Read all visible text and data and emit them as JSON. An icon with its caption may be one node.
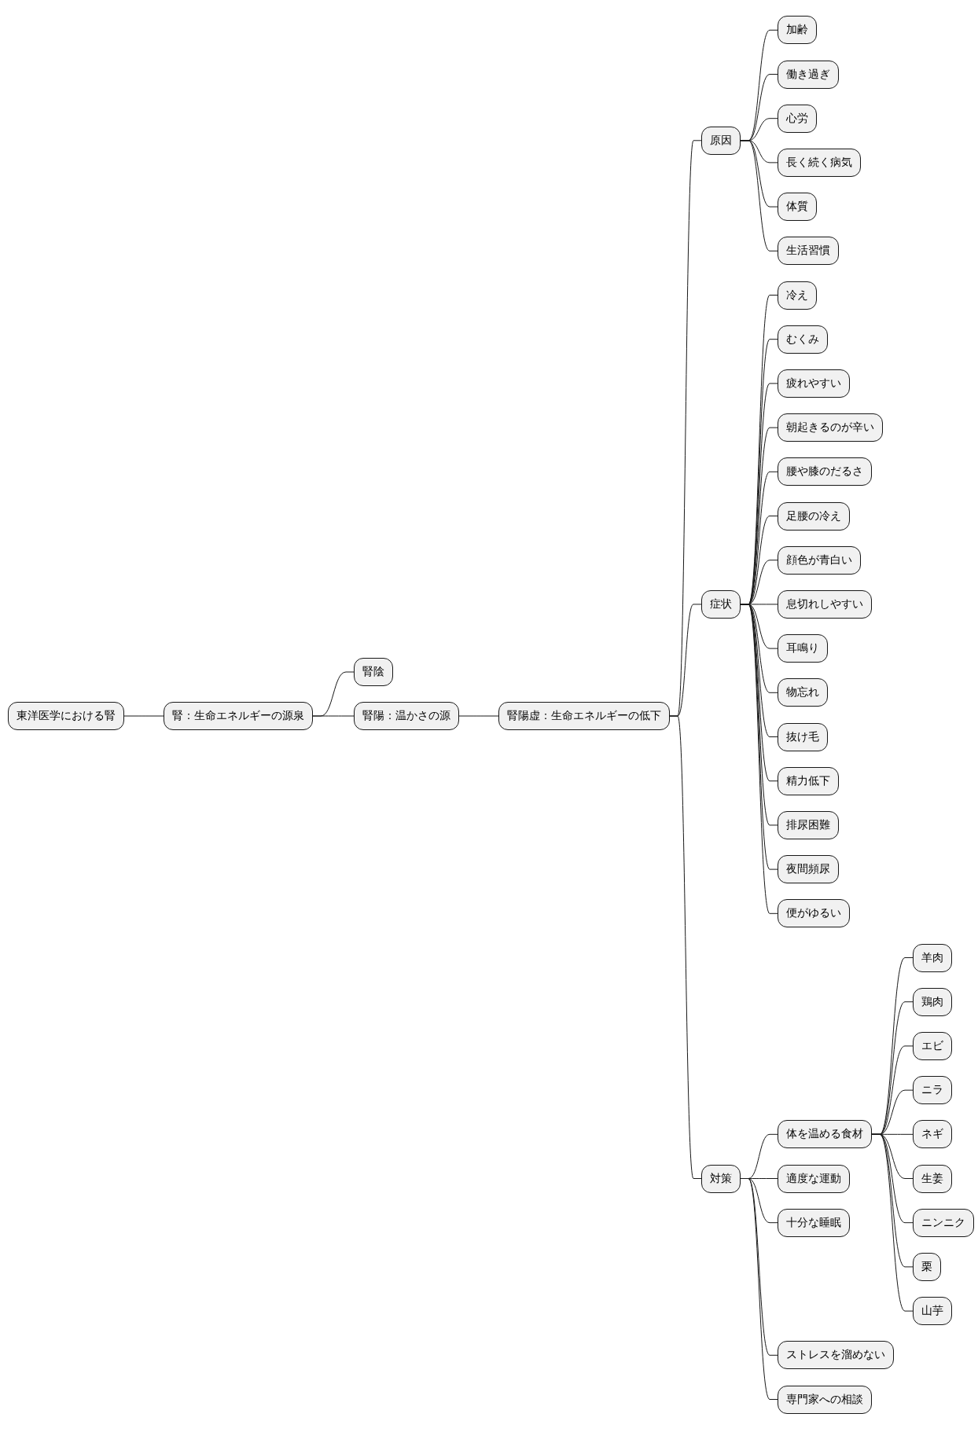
{
  "diagram": {
    "nodes": [
      {
        "text": [
          "東洋医学における腎"
        ]
      },
      {
        "text": [
          "腎：生命エネルギーの源泉"
        ]
      },
      {
        "text": [
          "腎陰"
        ]
      },
      {
        "text": [
          "腎陽：温かさの源"
        ]
      },
      {
        "text": [
          "腎陽虚：生命エネルギーの低下"
        ]
      },
      {
        "text": [
          "原因"
        ]
      },
      {
        "text": [
          "加齢"
        ]
      },
      {
        "text": [
          "働き過ぎ"
        ]
      },
      {
        "text": [
          "心労"
        ]
      },
      {
        "text": [
          "長く続く病気"
        ]
      },
      {
        "text": [
          "体質"
        ]
      },
      {
        "text": [
          "生活習慣"
        ]
      },
      {
        "text": [
          "症状"
        ]
      },
      {
        "text": [
          "冷え"
        ]
      },
      {
        "text": [
          "むくみ"
        ]
      },
      {
        "text": [
          "疲れやすい"
        ]
      },
      {
        "text": [
          "朝起きるのが辛い"
        ]
      },
      {
        "text": [
          "腰や膝のだるさ"
        ]
      },
      {
        "text": [
          "足腰の冷え"
        ]
      },
      {
        "text": [
          "顔色が青白い"
        ]
      },
      {
        "text": [
          "息切れしやすい"
        ]
      },
      {
        "text": [
          "耳鳴り"
        ]
      },
      {
        "text": [
          "物忘れ"
        ]
      },
      {
        "text": [
          "抜け毛"
        ]
      },
      {
        "text": [
          "精力低下"
        ]
      },
      {
        "text": [
          "排尿困難"
        ]
      },
      {
        "text": [
          "夜間頻尿"
        ]
      },
      {
        "text": [
          "便がゆるい"
        ]
      },
      {
        "text": [
          "対策"
        ]
      },
      {
        "text": [
          "体を温める食材"
        ]
      },
      {
        "text": [
          "羊肉"
        ]
      },
      {
        "text": [
          "鶏肉"
        ]
      },
      {
        "text": [
          "エビ"
        ]
      },
      {
        "text": [
          "ニラ"
        ]
      },
      {
        "text": [
          "ネギ"
        ]
      },
      {
        "text": [
          "生姜"
        ]
      },
      {
        "text": [
          "ニンニク"
        ]
      },
      {
        "text": [
          "栗"
        ]
      },
      {
        "text": [
          "山芋"
        ]
      },
      {
        "text": [
          "適度な運動"
        ]
      },
      {
        "text": [
          "十分な睡眠"
        ]
      },
      {
        "text": [
          "ストレスを溜めない"
        ]
      },
      {
        "text": [
          "専門家への相談"
        ]
      }
    ],
    "edges": [
      {
        "from": 0,
        "to": 1,
        "arrow": "none"
      },
      {
        "from": 1,
        "to": 2,
        "arrow": "none"
      },
      {
        "from": 1,
        "to": 3,
        "arrow": "none"
      },
      {
        "from": 3,
        "to": 4,
        "arrow": "none"
      },
      {
        "from": 4,
        "to": 5,
        "arrow": "none"
      },
      {
        "from": 5,
        "to": 6,
        "arrow": "none"
      },
      {
        "from": 5,
        "to": 7,
        "arrow": "none"
      },
      {
        "from": 5,
        "to": 8,
        "arrow": "none"
      },
      {
        "from": 5,
        "to": 9,
        "arrow": "none"
      },
      {
        "from": 5,
        "to": 10,
        "arrow": "none"
      },
      {
        "from": 5,
        "to": 11,
        "arrow": "none"
      },
      {
        "from": 4,
        "to": 12,
        "arrow": "none"
      },
      {
        "from": 12,
        "to": 13,
        "arrow": "none"
      },
      {
        "from": 12,
        "to": 14,
        "arrow": "none"
      },
      {
        "from": 12,
        "to": 15,
        "arrow": "none"
      },
      {
        "from": 12,
        "to": 16,
        "arrow": "none"
      },
      {
        "from": 12,
        "to": 17,
        "arrow": "none"
      },
      {
        "from": 12,
        "to": 18,
        "arrow": "none"
      },
      {
        "from": 12,
        "to": 19,
        "arrow": "none"
      },
      {
        "from": 12,
        "to": 20,
        "arrow": "none"
      },
      {
        "from": 12,
        "to": 21,
        "arrow": "none"
      },
      {
        "from": 12,
        "to": 22,
        "arrow": "none"
      },
      {
        "from": 12,
        "to": 23,
        "arrow": "none"
      },
      {
        "from": 12,
        "to": 24,
        "arrow": "none"
      },
      {
        "from": 12,
        "to": 25,
        "arrow": "none"
      },
      {
        "from": 12,
        "to": 26,
        "arrow": "none"
      },
      {
        "from": 12,
        "to": 27,
        "arrow": "none"
      },
      {
        "from": 4,
        "to": 28,
        "arrow": "none"
      },
      {
        "from": 28,
        "to": 29,
        "arrow": "none"
      },
      {
        "from": 29,
        "to": 30,
        "arrow": "none"
      },
      {
        "from": 29,
        "to": 31,
        "arrow": "none"
      },
      {
        "from": 29,
        "to": 32,
        "arrow": "none"
      },
      {
        "from": 29,
        "to": 33,
        "arrow": "none"
      },
      {
        "from": 29,
        "to": 34,
        "arrow": "none"
      },
      {
        "from": 29,
        "to": 35,
        "arrow": "none"
      },
      {
        "from": 29,
        "to": 36,
        "arrow": "none"
      },
      {
        "from": 29,
        "to": 37,
        "arrow": "none"
      },
      {
        "from": 29,
        "to": 38,
        "arrow": "none"
      },
      {
        "from": 28,
        "to": 39,
        "arrow": "none"
      },
      {
        "from": 28,
        "to": 40,
        "arrow": "none"
      },
      {
        "from": 28,
        "to": 41,
        "arrow": "none"
      },
      {
        "from": 28,
        "to": 42,
        "arrow": "none"
      }
    ]
  }
}
